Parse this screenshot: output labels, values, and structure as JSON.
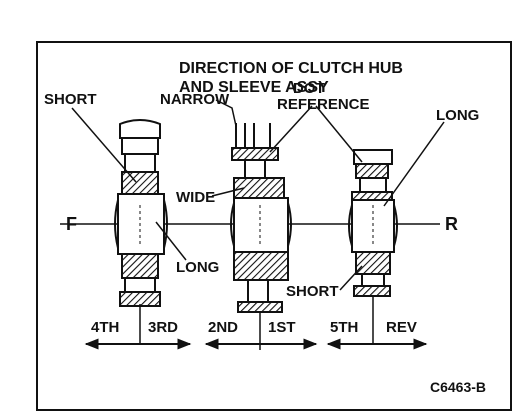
{
  "title": {
    "line1": "DIRECTION OF CLUTCH HUB",
    "line2": "AND SLEEVE ASSY"
  },
  "callouts": {
    "short_top": "SHORT",
    "narrow": "NARROW",
    "dot_line1": "DOT",
    "dot_line2": "REFERENCE",
    "long_right": "LONG",
    "wide": "WIDE",
    "long_left": "LONG",
    "short_right": "SHORT"
  },
  "side_labels": {
    "front": "F",
    "rear": "R"
  },
  "gear_labels": {
    "g4": "4TH",
    "g3": "3RD",
    "g2": "2ND",
    "g1": "1ST",
    "g5": "5TH",
    "rev": "REV"
  },
  "figure_code": "C6463-B",
  "colors": {
    "ink": "#111111",
    "background": "#ffffff"
  }
}
